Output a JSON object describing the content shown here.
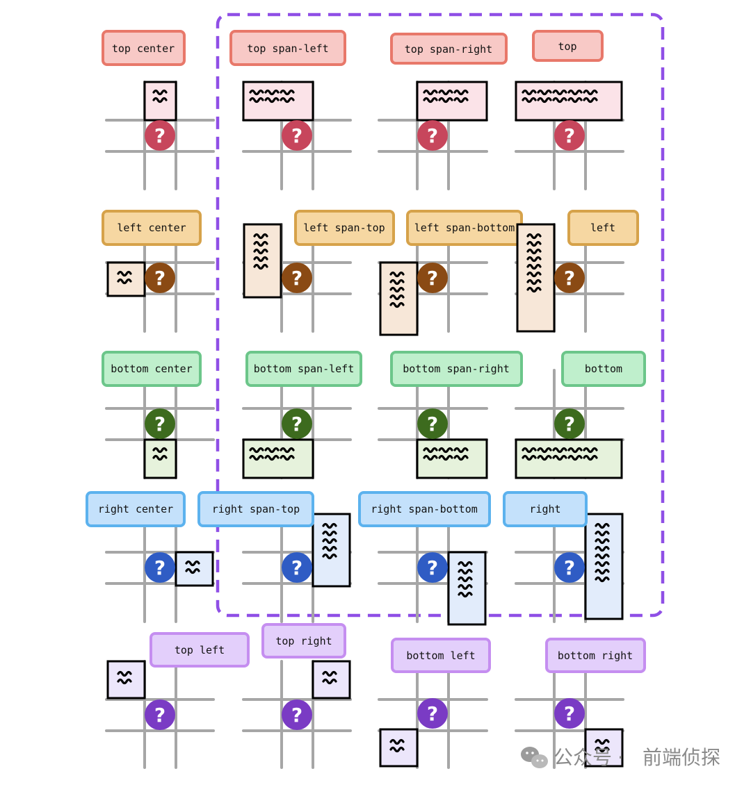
{
  "colors": {
    "grid": "#a6a6a6",
    "frame": "#8f4fe6",
    "rows": [
      {
        "stroke": "#e8786a",
        "fill": "#f8c9c6",
        "box": "#fbe3e8",
        "circle": "#c7465c"
      },
      {
        "stroke": "#d6a24a",
        "fill": "#f6d7a2",
        "box": "#f7e7d8",
        "circle": "#8a4a14"
      },
      {
        "stroke": "#6cc68a",
        "fill": "#bfefcc",
        "box": "#e6f2dc",
        "circle": "#3d6b1e"
      },
      {
        "stroke": "#5cb2ee",
        "fill": "#c4e1fb",
        "box": "#e2ecfb",
        "circle": "#2f5cc4"
      },
      {
        "stroke": "#c58ef0",
        "fill": "#e3cffb",
        "box": "#ece6fb",
        "circle": "#7a3bc4"
      }
    ]
  },
  "icons": {
    "circle": "question-mark-icon",
    "box": "wave-text-icon"
  },
  "question_glyph": "?",
  "labels": {
    "top_center": "top center",
    "top_span_left": "top span-left",
    "top_span_right": "top span-right",
    "top": "top",
    "left_center": "left center",
    "left_span_top": "left span-top",
    "left_span_bottom": "left span-bottom",
    "left": "left",
    "bottom_center": "bottom center",
    "bottom_span_left": "bottom span-left",
    "bottom_span_right": "bottom span-right",
    "bottom": "bottom",
    "right_center": "right center",
    "right_span_top": "right span-top",
    "right_span_bottom": "right span-bottom",
    "right": "right",
    "top_left": "top left",
    "top_right": "top right",
    "bottom_left": "bottom left",
    "bottom_right": "bottom right"
  },
  "watermark": {
    "brand": "公众号",
    "separator": "·",
    "account": "前端侦探"
  }
}
